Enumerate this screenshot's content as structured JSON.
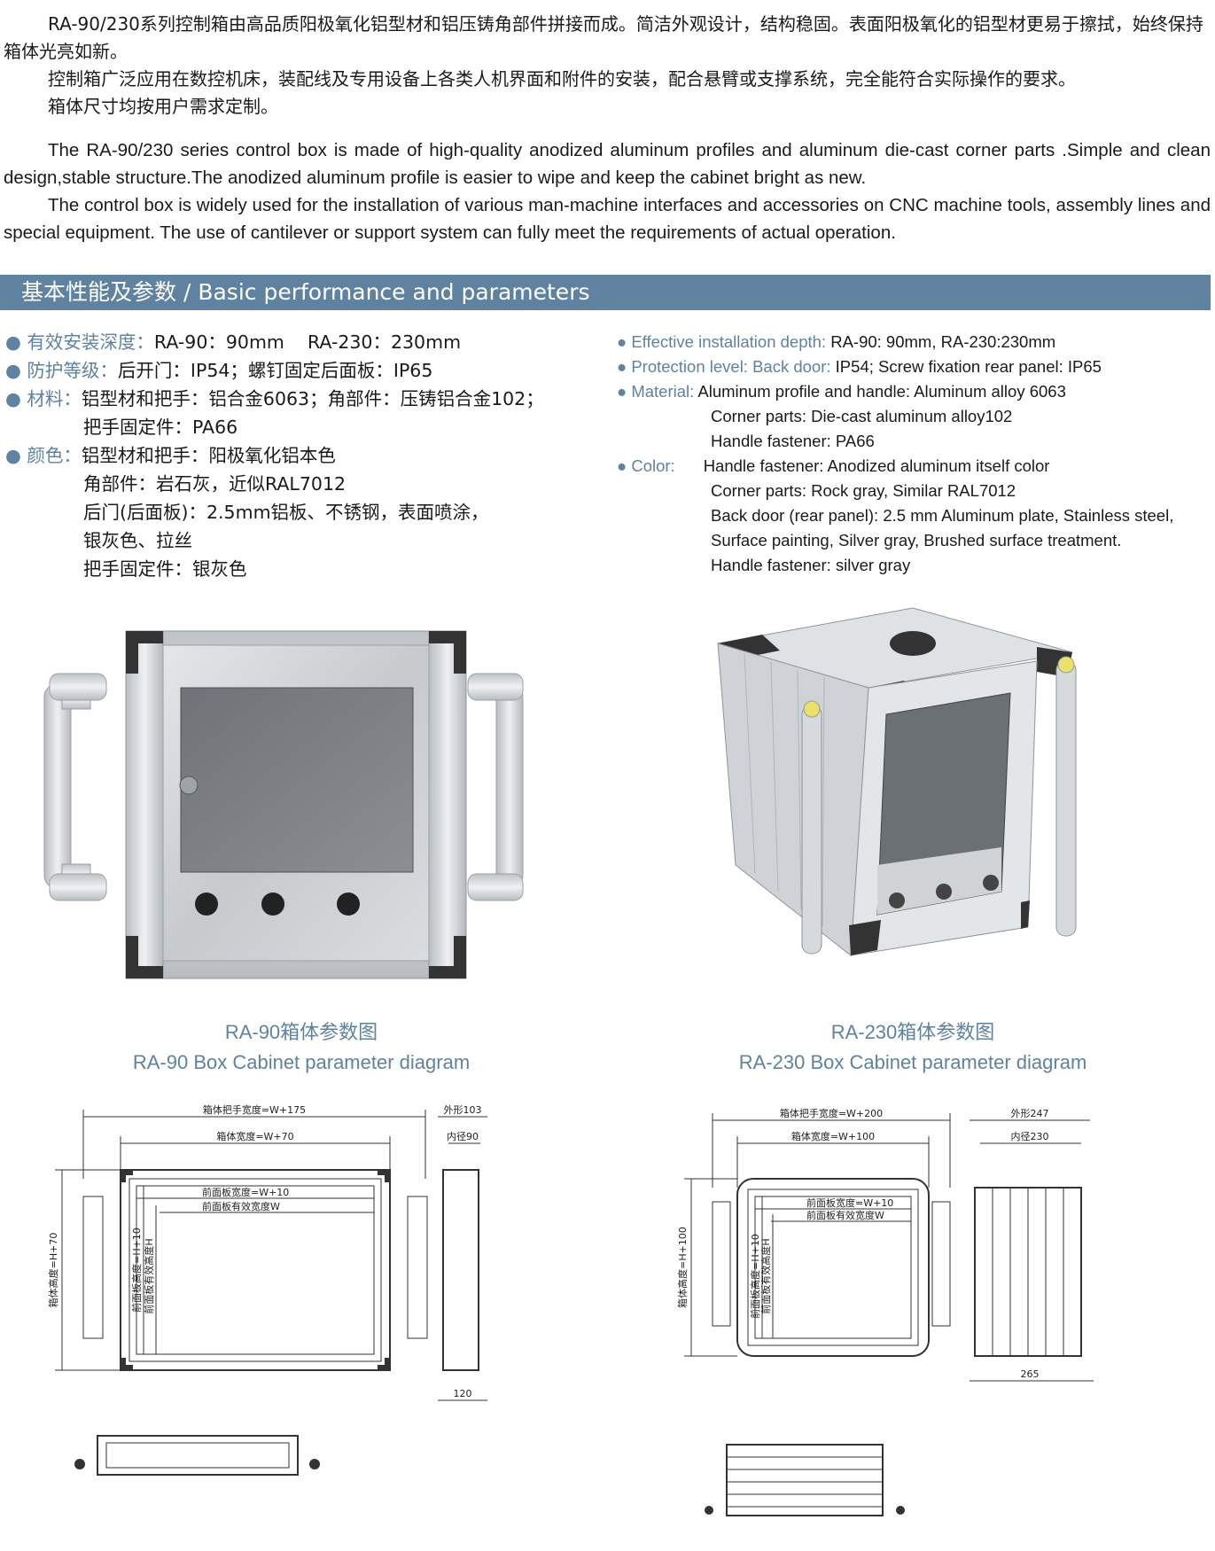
{
  "intro_cn": {
    "p1": "RA-90/230系列控制箱由高品质阳极氧化铝型材和铝压铸角部件拼接而成。简洁外观设计，结构稳固。表面阳极氧化的铝型材更易于擦拭，始终保持箱体光亮如新。",
    "p2": "控制箱广泛应用在数控机床，装配线及专用设备上各类人机界面和附件的安装，配合悬臂或支撑系统，完全能符合实际操作的要求。",
    "p3": "箱体尺寸均按用户需求定制。"
  },
  "intro_en": {
    "p1": "The RA-90/230 series control box is made of high-quality anodized aluminum profiles and aluminum die-cast corner parts .Simple and clean design,stable structure.The anodized aluminum profile is easier to wipe and keep the cabinet bright as new.",
    "p2": "The control box is widely used for the installation of various man-machine interfaces and accessories on CNC machine tools, assembly lines and special equipment. The use of cantilever or support system can fully meet the requirements of actual operation."
  },
  "section": {
    "title": "基本性能及参数 / Basic performance and parameters"
  },
  "specs_cn": {
    "depth_label": "有效安装深度：",
    "depth_value": "RA-90：90mm    RA-230：230mm",
    "protection_label": "防护等级：",
    "protection_value": "后开门：IP54；螺钉固定后面板：IP65",
    "material_label": "材料：",
    "material_value": "铝型材和把手：铝合金6063；角部件：压铸铝合金102；",
    "material_cont": "把手固定件：PA66",
    "color_label": "颜色：",
    "color_value": "铝型材和把手：阳极氧化铝本色",
    "color_cont1": "角部件：岩石灰，近似RAL7012",
    "color_cont2": "后门(后面板)：2.5mm铝板、不锈钢，表面喷涂，",
    "color_cont3": "银灰色、拉丝",
    "color_cont4": "把手固定件：银灰色"
  },
  "specs_en": {
    "depth_label": "Effective installation depth:",
    "depth_value": " RA-90: 90mm, RA-230:230mm",
    "protection_label": "Protection level: Back door:",
    "protection_value": " IP54; Screw fixation rear panel: IP65",
    "material_label": "Material:",
    "material_value": " Aluminum profile and handle: Aluminum alloy 6063",
    "material_cont1": "Corner parts: Die-cast aluminum alloy102",
    "material_cont2": "Handle fastener: PA66",
    "color_label": "Color:",
    "color_value": "Handle fastener: Anodized aluminum itself color",
    "color_cont1": "Corner parts: Rock gray, Similar RAL7012",
    "color_cont2": "Back door (rear panel): 2.5 mm Aluminum plate, Stainless steel,",
    "color_cont3": "Surface painting, Silver gray, Brushed surface treatment.",
    "color_cont4": "Handle fastener: silver gray"
  },
  "captions": {
    "ra90_cn": "RA-90箱体参数图",
    "ra90_en": "RA-90 Box Cabinet parameter diagram",
    "ra230_cn": "RA-230箱体参数图",
    "ra230_en": "RA-230 Box Cabinet parameter diagram"
  },
  "diagram_ra90": {
    "handle_width": "箱体把手宽度=W+175",
    "box_width": "箱体宽度=W+70",
    "box_height": "箱体高度=H+70",
    "front_width": "前面板宽度=W+10",
    "front_eff_width": "前面板有效宽度W",
    "front_height": "前面板高度=H+10",
    "front_eff_height": "前面板有效高度H",
    "outer": "外形103",
    "inner": "内径90",
    "side_depth": "120"
  },
  "diagram_ra230": {
    "handle_width": "箱体把手宽度=W+200",
    "box_width": "箱体宽度=W+100",
    "box_height": "箱体高度=H+100",
    "front_width": "前面板宽度=W+10",
    "front_eff_width": "前面板有效宽度W",
    "front_height": "前面板高度=H+10",
    "front_eff_height": "前面板有效高度H",
    "outer": "外形247",
    "inner": "内径230",
    "side_depth": "265"
  },
  "colors": {
    "accent": "#5f82a1",
    "corner": "#2e2e2e",
    "aluminum": "#d4d7da"
  }
}
